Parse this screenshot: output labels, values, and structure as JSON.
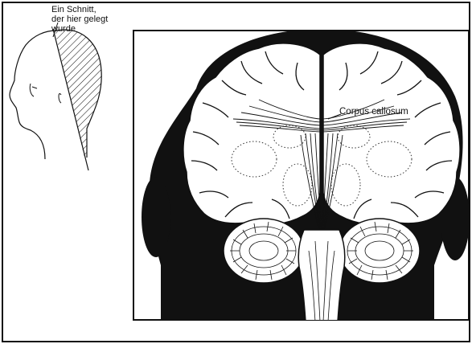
{
  "labels": {
    "cut_line1": "Ein Schnitt,",
    "cut_line2": "der hier gelegt",
    "cut_line3": "wurde",
    "corpus_callosum": "Corpus callosum"
  },
  "colors": {
    "ink": "#111111",
    "paper": "#ffffff"
  }
}
